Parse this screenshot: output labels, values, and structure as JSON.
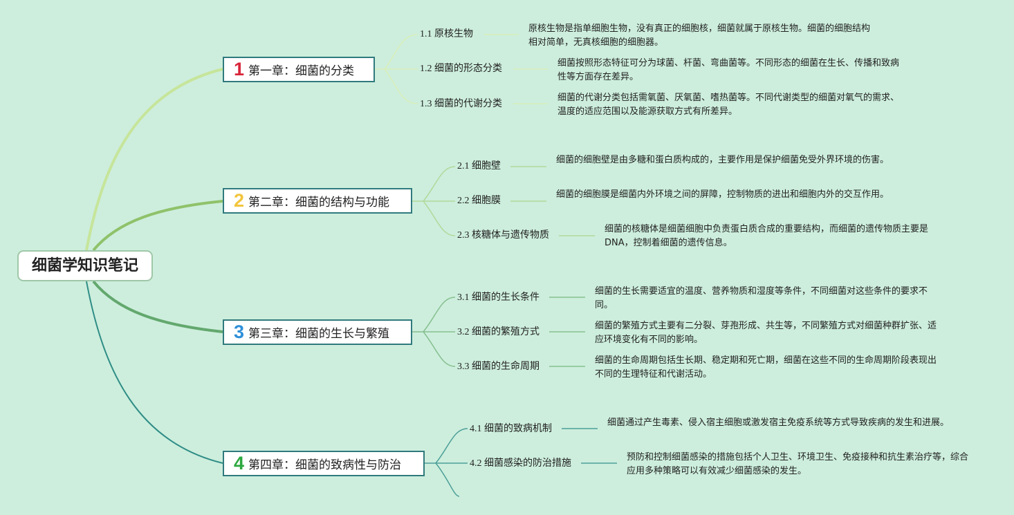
{
  "root": {
    "label": "细菌学知识笔记"
  },
  "colors": {
    "background": "#cdeedd",
    "branch_1": "#c6e59a",
    "branch_2": "#8fc26a",
    "branch_3": "#63a86e",
    "branch_4": "#2f8d86",
    "chapter_border": "#2f7a7d",
    "num_1": "#d8263a",
    "num_2": "#f2c53d",
    "num_3": "#2e8fd8",
    "num_4": "#2da83f"
  },
  "chapters": [
    {
      "num": "1",
      "title": "第一章：细菌的分类",
      "topics": [
        {
          "label": "1.1 原核生物",
          "text": "原核生物是指单细胞生物，没有真正的细胞核，细菌就属于原核生物。细菌的细胞结构相对简单，无真核细胞的细胞器。"
        },
        {
          "label": "1.2 细菌的形态分类",
          "text": "细菌按照形态特征可分为球菌、杆菌、弯曲菌等。不同形态的细菌在生长、传播和致病性等方面存在差异。"
        },
        {
          "label": "1.3 细菌的代谢分类",
          "text": "细菌的代谢分类包括需氧菌、厌氧菌、嗜热菌等。不同代谢类型的细菌对氧气的需求、温度的适应范围以及能源获取方式有所差异。"
        }
      ]
    },
    {
      "num": "2",
      "title": "第二章：细菌的结构与功能",
      "topics": [
        {
          "label": "2.1 细胞壁",
          "text": "细菌的细胞壁是由多糖和蛋白质构成的，主要作用是保护细菌免受外界环境的伤害。"
        },
        {
          "label": "2.2 细胞膜",
          "text": "细菌的细胞膜是细菌内外环境之间的屏障，控制物质的进出和细胞内外的交互作用。"
        },
        {
          "label": "2.3 核糖体与遗传物质",
          "text": "细菌的核糖体是细菌细胞中负责蛋白质合成的重要结构，而细菌的遗传物质主要是DNA，控制着细菌的遗传信息。"
        }
      ]
    },
    {
      "num": "3",
      "title": "第三章：细菌的生长与繁殖",
      "topics": [
        {
          "label": "3.1 细菌的生长条件",
          "text": "细菌的生长需要适宜的温度、营养物质和湿度等条件，不同细菌对这些条件的要求不同。"
        },
        {
          "label": "3.2 细菌的繁殖方式",
          "text": "细菌的繁殖方式主要有二分裂、芽孢形成、共生等，不同繁殖方式对细菌种群扩张、适应环境变化有不同的影响。"
        },
        {
          "label": "3.3 细菌的生命周期",
          "text": "细菌的生命周期包括生长期、稳定期和死亡期，细菌在这些不同的生命周期阶段表现出不同的生理特征和代谢活动。"
        }
      ]
    },
    {
      "num": "4",
      "title": "第四章：细菌的致病性与防治",
      "topics": [
        {
          "label": "4.1 细菌的致病机制",
          "text": "细菌通过产生毒素、侵入宿主细胞或激发宿主免疫系统等方式导致疾病的发生和进展。"
        },
        {
          "label": "4.2 细菌感染的防治措施",
          "text": "预防和控制细菌感染的措施包括个人卫生、环境卫生、免疫接种和抗生素治疗等，综合应用多种策略可以有效减少细菌感染的发生。"
        }
      ]
    }
  ]
}
